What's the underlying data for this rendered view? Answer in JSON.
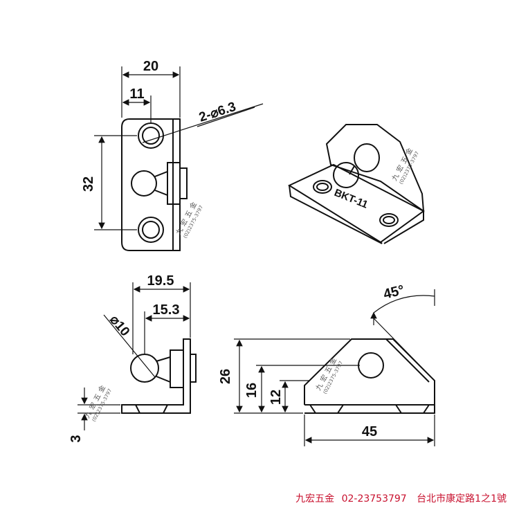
{
  "dims": {
    "top_width": "20",
    "top_offset": "11",
    "hole_spec": "2-⌀6.3",
    "hole_spacing": "32",
    "side_width": "19.5",
    "side_offset": "15.3",
    "ball_dia": "⌀10",
    "thickness": "3",
    "angle": "45°",
    "height_total": "26",
    "height_mid": "16",
    "height_low": "12",
    "base_length": "45"
  },
  "part_label": "BKT-11",
  "watermark": {
    "name": "九宏五金",
    "phone": "(02)2375-3797"
  },
  "footer": {
    "brand": "九宏五金",
    "phone": "02-23753797",
    "address": "台北市康定路1之1號"
  }
}
